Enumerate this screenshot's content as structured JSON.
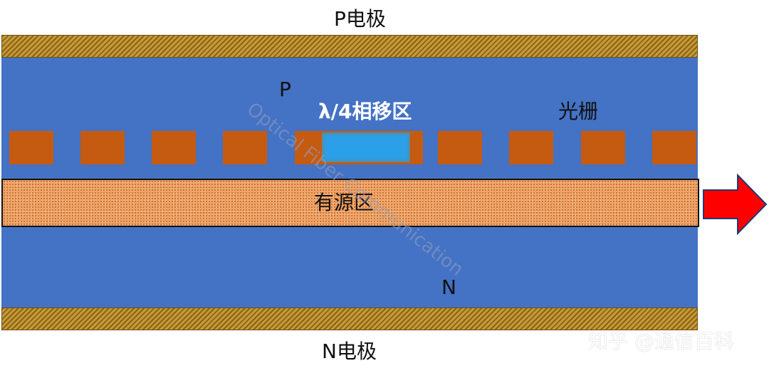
{
  "labels": {
    "p_electrode": "P电极",
    "n_electrode": "N电极",
    "p_region": "P",
    "n_region": "N",
    "phase_shift": "λ/4相移区",
    "grating": "光栅",
    "active_region": "有源区"
  },
  "watermarks": {
    "diagonal": "Optical Fiber Communication",
    "brand": "知乎 @通信百科"
  },
  "colors": {
    "semiconductor_layer": "#4472c4",
    "grating": "#c55a11",
    "phase_shift": "#2aa0e8",
    "active_region": "#eea56a",
    "electrode": "#a77d21",
    "output_arrow": "#ff0000"
  },
  "icons": {
    "output": "right-arrow-icon"
  }
}
